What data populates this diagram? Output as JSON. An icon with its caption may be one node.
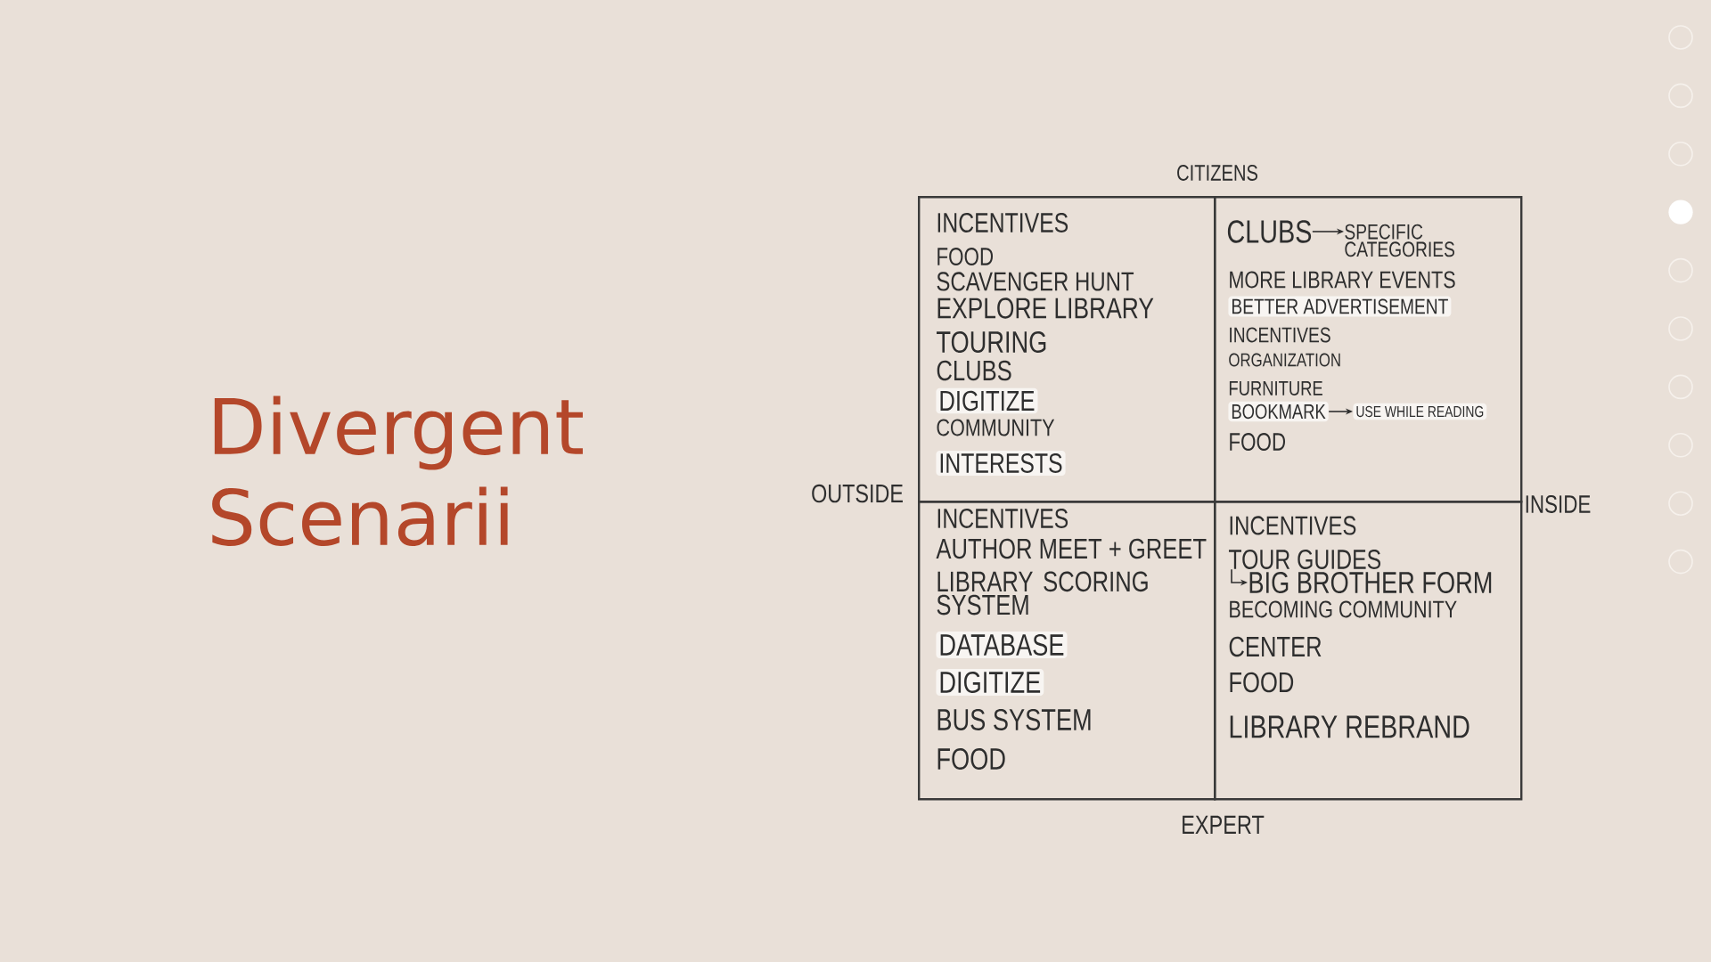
{
  "diagram": {
    "title": "Divergent Scenarii",
    "nodes": [
      {
        "text": [
          "INCENTIVES",
          "FOOD",
          "SCAVENGER HUNT",
          "EXPLORE LIBRARY",
          "TOURING",
          "CLUBS",
          "DIGITIZE",
          "COMMUNITY",
          "INTERESTS"
        ]
      },
      {
        "text": [
          "MORE LIBRARY EVENTS",
          "BETTER ADVERTISEMENT",
          "INCENTIVES",
          "ORGANIZATION",
          "FURNITURE",
          "FOOD"
        ]
      },
      {
        "text": [
          "CLUBS"
        ],
        "in": 1
      },
      {
        "text": [
          "SPECIFIC CATEGORIES"
        ],
        "in": 1
      },
      {
        "text": [
          "BOOKMARK"
        ],
        "in": 1
      },
      {
        "text": [
          "USE WHILE READING"
        ],
        "in": 1
      },
      {
        "text": [
          "INCENTIVES",
          "AUTHOR MEET + GREET",
          "LIBRARY SCORING SYSTEM",
          "DATABASE",
          "DIGITIZE",
          "BUS SYSTEM",
          "FOOD"
        ]
      },
      {
        "text": [
          "INCENTIVES",
          "BECOMING COMMUNITY",
          "CENTER",
          "FOOD",
          "LIBRARY REBRAND"
        ]
      },
      {
        "text": [
          "TOUR GUIDES"
        ],
        "in": 7
      },
      {
        "text": [
          "BIG BROTHER FORM"
        ],
        "in": 7
      }
    ],
    "edges": [
      {
        "from": 2,
        "to": 3,
        "arrow": "to"
      },
      {
        "from": 4,
        "to": 5,
        "arrow": "to"
      },
      {
        "from": 8,
        "to": 9,
        "arrow": "to"
      }
    ],
    "labels": [
      "CITIZENS",
      "OUTSIDE",
      "INSIDE",
      "EXPERT"
    ]
  }
}
